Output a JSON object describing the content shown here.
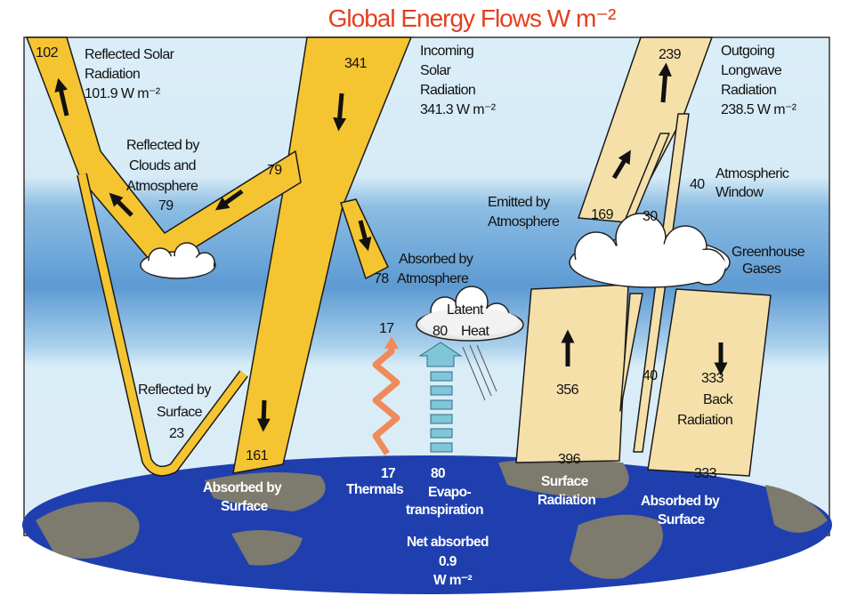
{
  "title": "Global Energy Flows W m⁻²",
  "colors": {
    "solar": "#f5c431",
    "longwave": "#f6e0aa",
    "title": "#e2401f",
    "ocean": "#1f3fae",
    "land": "#7d7a6e",
    "thermals": "#ef8a5a",
    "evapo": "#7ec6d8"
  },
  "reflected_solar": {
    "value": "102",
    "l1": "Reflected Solar",
    "l2": "Radiation",
    "l3": "101.9 W m⁻²"
  },
  "incoming_solar": {
    "value": "341",
    "l1": "Incoming",
    "l2": "Solar",
    "l3": "Radiation",
    "l4": "341.3 W m⁻²"
  },
  "outgoing_longwave": {
    "value": "239",
    "l1": "Outgoing",
    "l2": "Longwave",
    "l3": "Radiation",
    "l4": "238.5 W m⁻²"
  },
  "reflected_clouds": {
    "l1": "Reflected by",
    "l2": "Clouds and",
    "l3": "Atmosphere",
    "value": "79",
    "arm_value": "79"
  },
  "atmospheric_window": {
    "value": "40",
    "l1": "Atmospheric",
    "l2": "Window",
    "lower_value": "40"
  },
  "emitted_atmosphere": {
    "l1": "Emitted by",
    "l2": "Atmosphere",
    "value": "169",
    "value2": "30"
  },
  "greenhouse": {
    "l1": "Greenhouse",
    "l2": "Gases"
  },
  "absorbed_atmosphere": {
    "l1": "Absorbed by",
    "value": "78",
    "l2": "Atmosphere"
  },
  "latent_heat": {
    "l1": "Latent",
    "value": "80",
    "l2": "Heat"
  },
  "thermals": {
    "top_value": "17",
    "bottom_value": "17",
    "label": "Thermals"
  },
  "evapotranspiration": {
    "value": "80",
    "l1": "Evapo-",
    "l2": "transpiration"
  },
  "surface_radiation": {
    "up_value": "356",
    "bottom_value": "396",
    "l1": "Surface",
    "l2": "Radiation"
  },
  "back_radiation": {
    "value": "333",
    "l1": "Back",
    "l2": "Radiation",
    "bottom_value": "333",
    "abs_l1": "Absorbed by",
    "abs_l2": "Surface"
  },
  "reflected_surface": {
    "l1": "Reflected by",
    "l2": "Surface",
    "value": "23"
  },
  "absorbed_surface": {
    "value": "161",
    "l1": "Absorbed by",
    "l2": "Surface"
  },
  "net_absorbed": {
    "l1": "Net absorbed",
    "l2": "0.9",
    "l3": "W m⁻²"
  }
}
